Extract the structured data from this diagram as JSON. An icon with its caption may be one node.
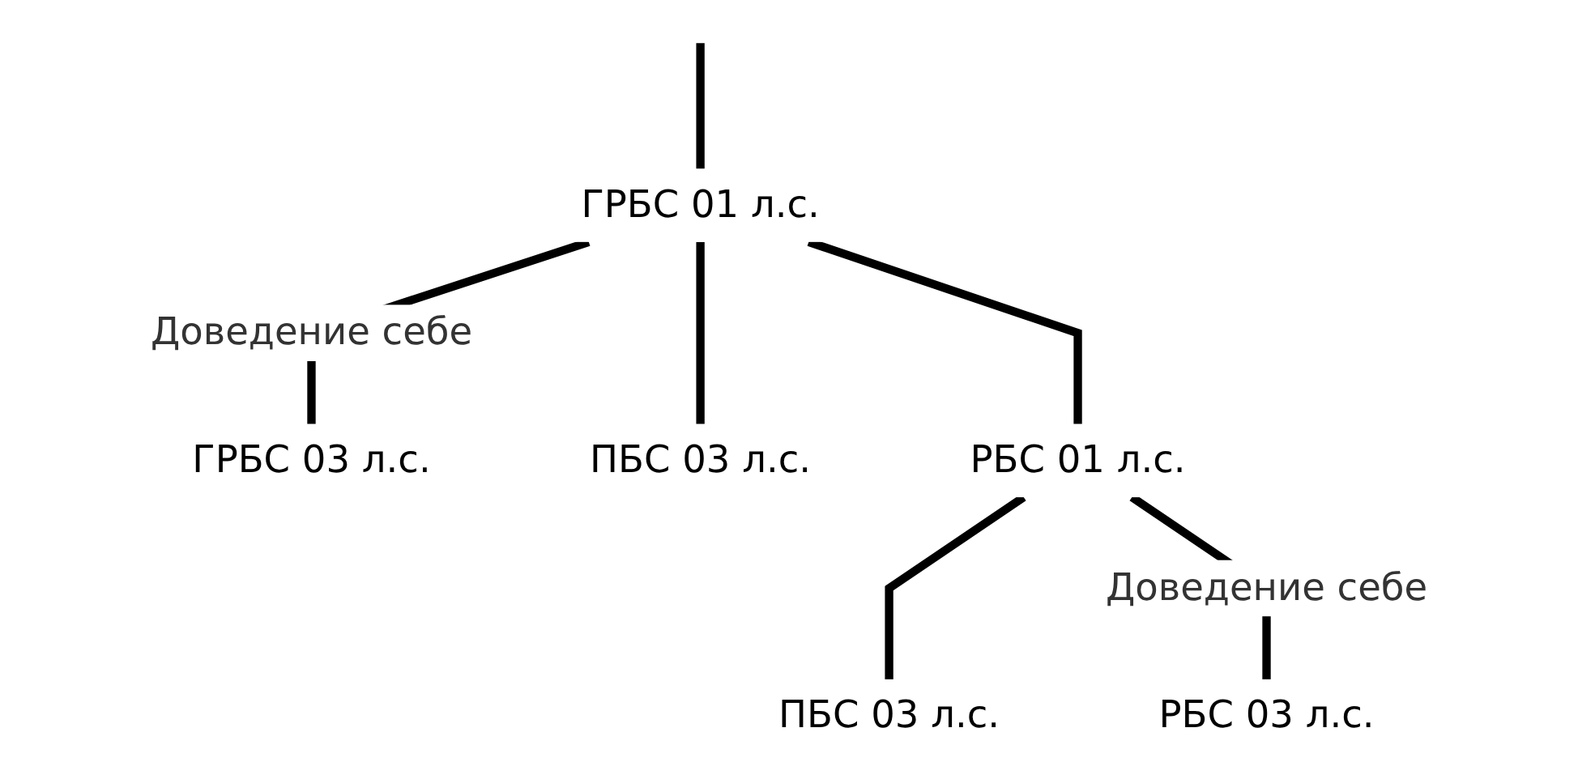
{
  "diagram": {
    "nodes": [
      {
        "text": [
          "ГРБС 01 л.с."
        ]
      },
      {
        "text": [
          "ГРБС 03 л.с."
        ]
      },
      {
        "text": [
          "ПБС 03 л.с."
        ]
      },
      {
        "text": [
          "РБС 01 л.с."
        ]
      },
      {
        "text": [
          "ПБС 03 л.с."
        ]
      },
      {
        "text": [
          "РБС 03 л.с."
        ]
      }
    ],
    "edges": [
      {
        "from": null,
        "to": 0,
        "arrow": "none"
      },
      {
        "from": 0,
        "to": 1,
        "arrow": "none",
        "label": "Доведение себе"
      },
      {
        "from": 0,
        "to": 2,
        "arrow": "none"
      },
      {
        "from": 0,
        "to": 3,
        "arrow": "none"
      },
      {
        "from": 3,
        "to": 4,
        "arrow": "none"
      },
      {
        "from": 3,
        "to": 5,
        "arrow": "none",
        "label": "Доведение себе"
      }
    ]
  }
}
